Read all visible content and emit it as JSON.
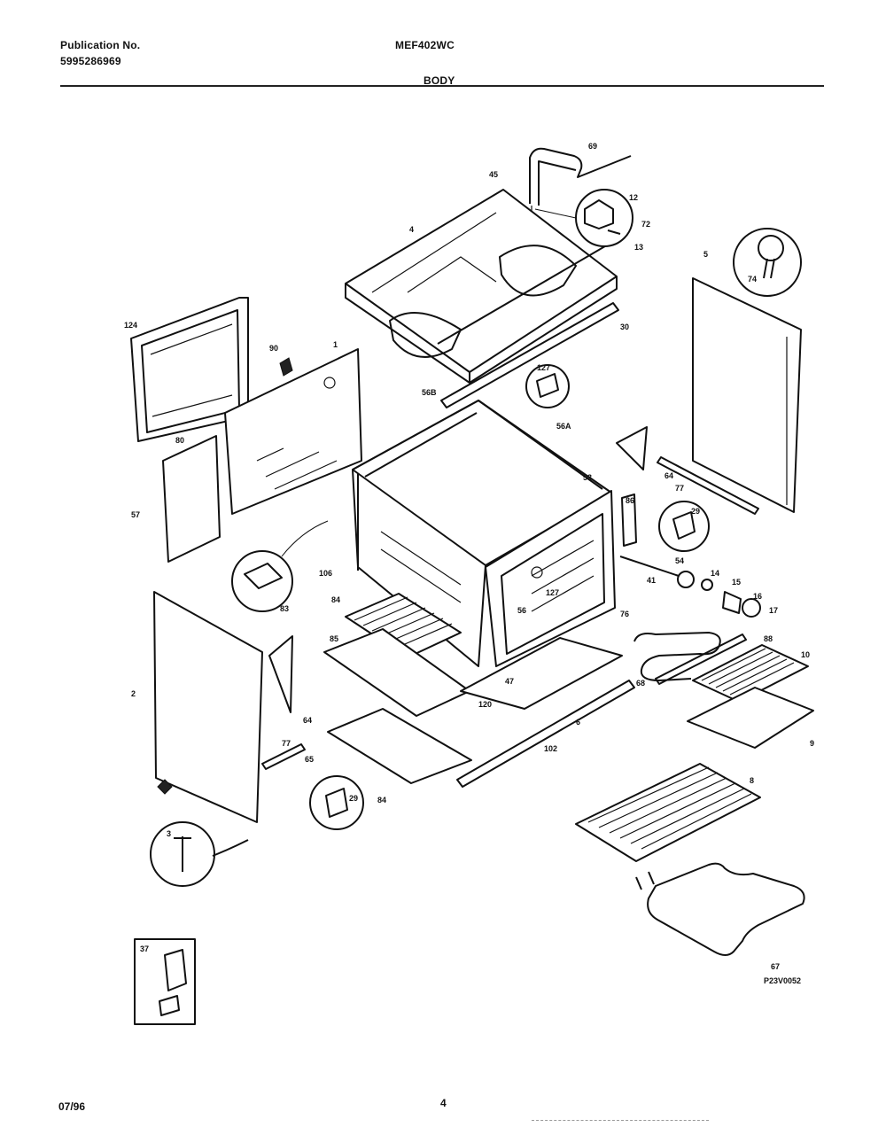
{
  "header": {
    "publication_label": "Publication No.",
    "publication_number": "5995286969",
    "model": "MEF402WC",
    "section": "BODY"
  },
  "footer": {
    "date": "07/96",
    "page": "4"
  },
  "diagram": {
    "drawing_code": "P23V0052",
    "callouts": [
      {
        "id": "c69",
        "label": "69"
      },
      {
        "id": "c45",
        "label": "45"
      },
      {
        "id": "c12",
        "label": "12"
      },
      {
        "id": "c72",
        "label": "72"
      },
      {
        "id": "c13",
        "label": "13"
      },
      {
        "id": "c4",
        "label": "4"
      },
      {
        "id": "c5",
        "label": "5"
      },
      {
        "id": "c74",
        "label": "74"
      },
      {
        "id": "c30",
        "label": "30"
      },
      {
        "id": "c124",
        "label": "124"
      },
      {
        "id": "c90",
        "label": "90"
      },
      {
        "id": "c1",
        "label": "1"
      },
      {
        "id": "c127a",
        "label": "127"
      },
      {
        "id": "c56b",
        "label": "56B"
      },
      {
        "id": "c56a",
        "label": "56A"
      },
      {
        "id": "c80",
        "label": "80"
      },
      {
        "id": "c53",
        "label": "53"
      },
      {
        "id": "c64a",
        "label": "64"
      },
      {
        "id": "c77a",
        "label": "77"
      },
      {
        "id": "c86",
        "label": "86"
      },
      {
        "id": "c57",
        "label": "57"
      },
      {
        "id": "c29a",
        "label": "29"
      },
      {
        "id": "c54",
        "label": "54"
      },
      {
        "id": "c14",
        "label": "14"
      },
      {
        "id": "c15",
        "label": "15"
      },
      {
        "id": "c16",
        "label": "16"
      },
      {
        "id": "c17",
        "label": "17"
      },
      {
        "id": "c41",
        "label": "41"
      },
      {
        "id": "c106",
        "label": "106"
      },
      {
        "id": "c83",
        "label": "83"
      },
      {
        "id": "c84a",
        "label": "84"
      },
      {
        "id": "c127b",
        "label": "127"
      },
      {
        "id": "c56",
        "label": "56"
      },
      {
        "id": "c76",
        "label": "76"
      },
      {
        "id": "c88",
        "label": "88"
      },
      {
        "id": "c10",
        "label": "10"
      },
      {
        "id": "c85",
        "label": "85"
      },
      {
        "id": "c47",
        "label": "47"
      },
      {
        "id": "c120",
        "label": "120"
      },
      {
        "id": "c68",
        "label": "68"
      },
      {
        "id": "c9",
        "label": "9"
      },
      {
        "id": "c2",
        "label": "2"
      },
      {
        "id": "c64b",
        "label": "64"
      },
      {
        "id": "c6",
        "label": "6"
      },
      {
        "id": "c102",
        "label": "102"
      },
      {
        "id": "c77b",
        "label": "77"
      },
      {
        "id": "c65",
        "label": "65"
      },
      {
        "id": "c29b",
        "label": "29"
      },
      {
        "id": "c84b",
        "label": "84"
      },
      {
        "id": "c8",
        "label": "8"
      },
      {
        "id": "c3",
        "label": "3"
      },
      {
        "id": "c37",
        "label": "37"
      },
      {
        "id": "c67",
        "label": "67"
      }
    ]
  }
}
